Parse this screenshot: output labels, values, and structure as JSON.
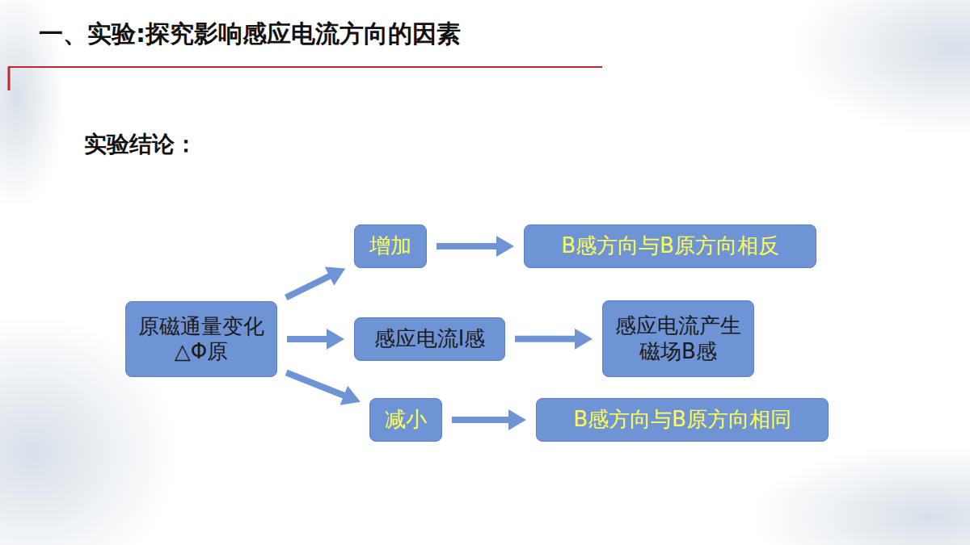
{
  "diagram": {
    "title": "一、实验:探究影响感应电流方向的因素",
    "nodes": [
      {
        "text": [
          "原磁通量变化△Φ原"
        ]
      },
      {
        "text": [
          "增加"
        ]
      },
      {
        "text": [
          "B感方向与B原方向相反"
        ]
      },
      {
        "text": [
          "感应电流I感"
        ]
      },
      {
        "text": [
          "感应电流产生磁场B感"
        ]
      },
      {
        "text": [
          "减小"
        ]
      },
      {
        "text": [
          "B感方向与B原方向相同"
        ]
      }
    ],
    "edges": [
      {
        "from": 0,
        "to": 1,
        "arrow": "to"
      },
      {
        "from": 0,
        "to": 3,
        "arrow": "to"
      },
      {
        "from": 0,
        "to": 5,
        "arrow": "to"
      },
      {
        "from": 1,
        "to": 2,
        "arrow": "to"
      },
      {
        "from": 3,
        "to": 4,
        "arrow": "to"
      },
      {
        "from": 5,
        "to": 6,
        "arrow": "to"
      }
    ],
    "labels": [
      "实验结论："
    ]
  }
}
